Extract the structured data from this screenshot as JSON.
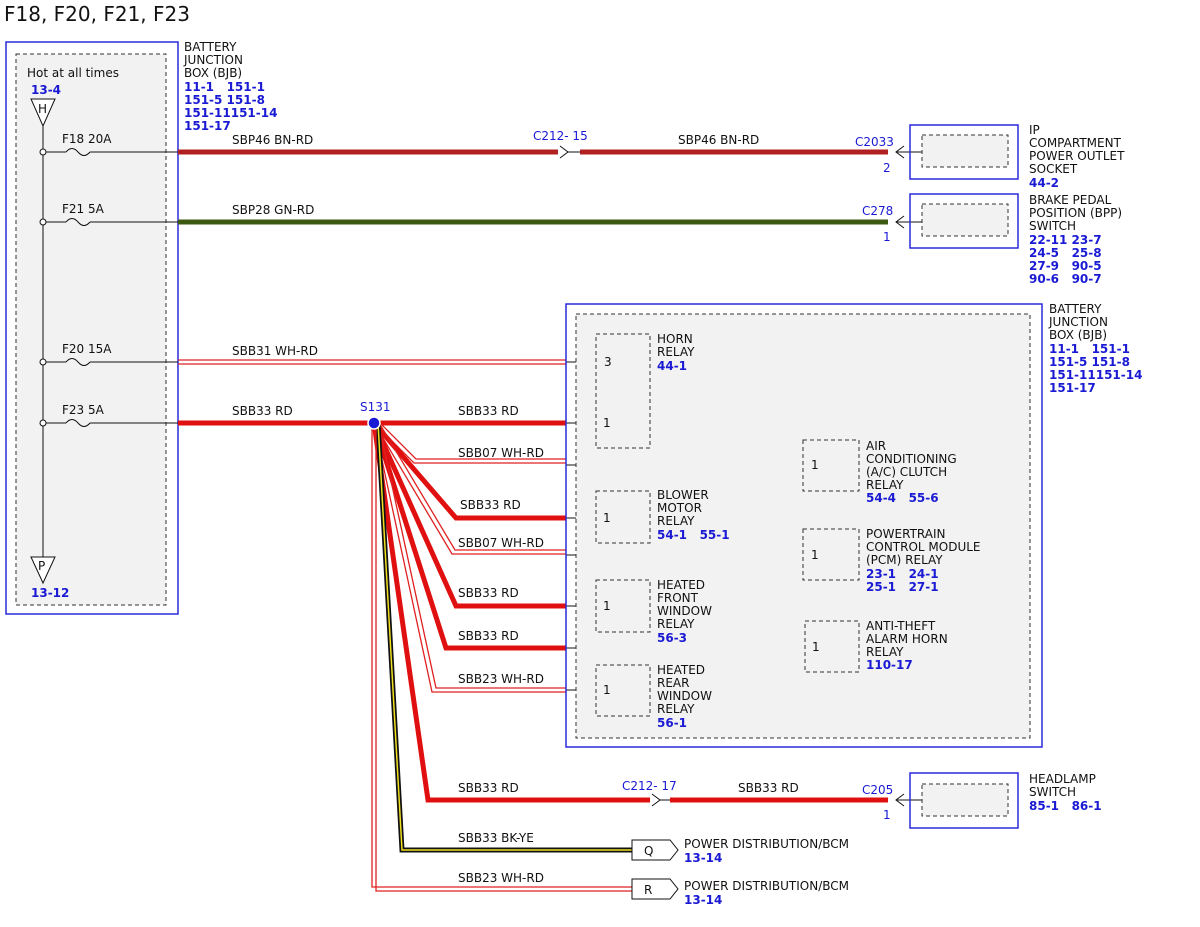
{
  "title": "F18, F20, F21, F23",
  "colors": {
    "rd": "#e01010",
    "bn_rd": "#b02020",
    "gn_rd": "#3d5a12",
    "wh_rd": "#e02020",
    "bk_ye": "#111111",
    "ye": "#f0e020",
    "blue": "#1a1ad4"
  },
  "bjb_left": {
    "name": [
      "BATTERY",
      "JUNCTION",
      "BOX (BJB)"
    ],
    "refs": [
      "11-1   151-1",
      "151-5 151-8",
      "151-11151-14",
      "151-17"
    ],
    "hot_label": "Hot at all times",
    "top_ref": "13-4",
    "top_letter": "H",
    "bottom_letter": "P",
    "bottom_ref": "13-12",
    "fuses": [
      {
        "label": "F18  20A"
      },
      {
        "label": "F21  5A"
      },
      {
        "label": "F20  15A"
      },
      {
        "label": "F23  5A"
      }
    ]
  },
  "circuits": {
    "f18_a": "SBP46  BN-RD",
    "f18_b": "SBP46  BN-RD",
    "f21": "SBP28  GN-RD",
    "f20": "SBB31  WH-RD",
    "f23": "SBB33  RD",
    "b_horn": "SBB33  RD",
    "b_ac": "SBB07  WH-RD",
    "b_blower": "SBB33  RD",
    "b_pcm": "SBB07  WH-RD",
    "b_hfw": "SBB33  RD",
    "b_alarm": "SBB33  RD",
    "b_hrw": "SBB23  WH-RD",
    "b_head_a": "SBB33  RD",
    "b_head_b": "SBB33  RD",
    "b_q": "SBB33  BK-YE",
    "b_r": "SBB23  WH-RD"
  },
  "connectors": {
    "c212_15": "C212- 15",
    "c2033": "C2033",
    "c2033_pin": "2",
    "c278": "C278",
    "c278_pin": "1",
    "c212_17": "C212- 17",
    "c205": "C205",
    "c205_pin": "1",
    "splice": "S131"
  },
  "components": {
    "ip_outlet": {
      "name": [
        "IP",
        "COMPARTMENT",
        "POWER OUTLET",
        "SOCKET"
      ],
      "refs": [
        "44-2"
      ]
    },
    "bpp": {
      "name": [
        "BRAKE PEDAL",
        "POSITION (BPP)",
        "SWITCH"
      ],
      "refs": [
        "22-11 23-7",
        "24-5   25-8",
        "27-9   90-5",
        "90-6   90-7"
      ]
    },
    "bjb_right": {
      "name": [
        "BATTERY",
        "JUNCTION",
        "BOX (BJB)"
      ],
      "refs": [
        "11-1   151-1",
        "151-5 151-8",
        "151-11151-14",
        "151-17"
      ]
    },
    "horn": {
      "name": [
        "HORN",
        "RELAY"
      ],
      "refs": [
        "44-1"
      ],
      "pin_top": "3",
      "pin_bottom": "1"
    },
    "ac": {
      "name": [
        "AIR",
        "CONDITIONING",
        "(A/C) CLUTCH",
        "RELAY"
      ],
      "refs": [
        "54-4   55-6"
      ],
      "pin": "1"
    },
    "blower": {
      "name": [
        "BLOWER",
        "MOTOR",
        "RELAY"
      ],
      "refs": [
        "54-1   55-1"
      ],
      "pin": "1"
    },
    "pcm": {
      "name": [
        "POWERTRAIN",
        "CONTROL MODULE",
        "(PCM) RELAY"
      ],
      "refs": [
        "23-1   24-1",
        "25-1   27-1"
      ],
      "pin": "1"
    },
    "hfw": {
      "name": [
        "HEATED",
        "FRONT",
        "WINDOW",
        "RELAY"
      ],
      "refs": [
        "56-3"
      ],
      "pin": "1"
    },
    "alarm": {
      "name": [
        "ANTI-THEFT",
        "ALARM HORN",
        "RELAY"
      ],
      "refs": [
        "110-17"
      ],
      "pin": "1"
    },
    "hrw": {
      "name": [
        "HEATED",
        "REAR",
        "WINDOW",
        "RELAY"
      ],
      "refs": [
        "56-1"
      ],
      "pin": "1"
    },
    "headlamp": {
      "name": [
        "HEADLAMP",
        "SWITCH"
      ],
      "refs": [
        "85-1   86-1"
      ]
    },
    "q": {
      "letter": "Q",
      "name": [
        "POWER DISTRIBUTION/BCM"
      ],
      "refs": [
        "13-14"
      ]
    },
    "r": {
      "letter": "R",
      "name": [
        "POWER DISTRIBUTION/BCM"
      ],
      "refs": [
        "13-14"
      ]
    }
  }
}
